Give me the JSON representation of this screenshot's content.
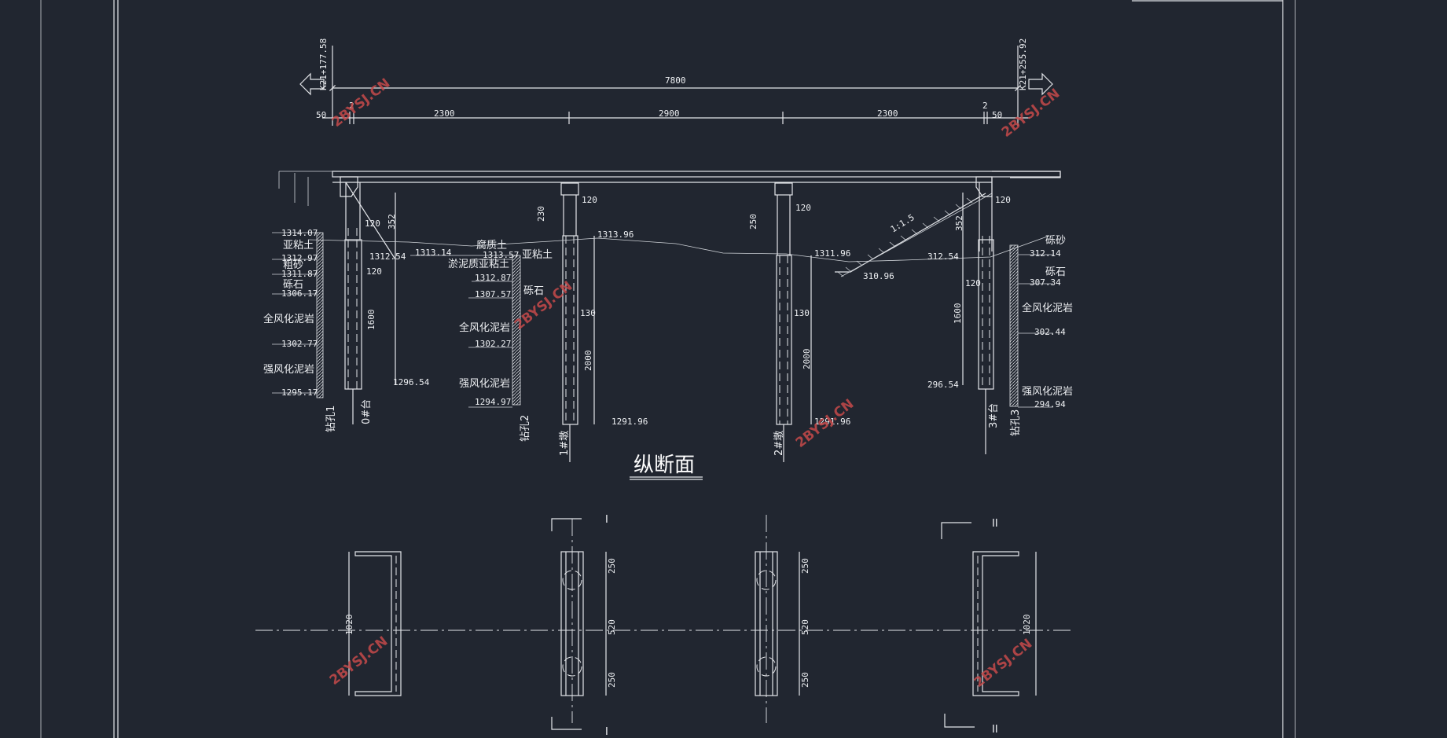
{
  "colors": {
    "background": "#212630",
    "lines": "#e4e6ea",
    "watermark": "#c64a4a"
  },
  "title": "纵断面",
  "stations": {
    "left": "K21+177.58",
    "right": "K21+255.92"
  },
  "dims": {
    "total": "7800",
    "end_left": "50",
    "end_right": "50",
    "gap_left": "2",
    "gap_right": "2",
    "span1": "2300",
    "span2": "2900",
    "span3": "2300",
    "cap_a": "120",
    "cap_b": "120",
    "cap_c": "120",
    "cap_d": "120",
    "abut0_h": "352",
    "abut3_h": "352",
    "pier1_h": "230",
    "pier2_h": "250",
    "pile0_a": "120",
    "pile3_a": "120",
    "pile0_len": "1600",
    "pile3_len": "1600",
    "pile1_len": "2000",
    "pile2_len": "2000",
    "pier1_d": "130",
    "pier2_d": "130",
    "slope": "1:1.5"
  },
  "elevations": {
    "bh1": [
      "1314.07",
      "1312.97",
      "1311.87",
      "1306.17",
      "1302.77",
      "1295.17"
    ],
    "abut0_top": "1312.54",
    "abut0_bot": "1296.54",
    "bh2": [
      "1313.14",
      "1313.57",
      "1312.87",
      "1307.57",
      "1302.27",
      "1294.97"
    ],
    "water": "1313.96",
    "pier1_bot": "1291.96",
    "pier2_top": "1311.96",
    "pier2_bot": "1291.96",
    "slope_toe": "310.96",
    "abut3_top": "312.54",
    "abut3_bot": "296.54",
    "bh3": [
      "312.14",
      "307.34",
      "302.44",
      "294.94"
    ]
  },
  "soils": {
    "bh1": [
      "亚粘土",
      "粗砂",
      "砾石",
      "全风化泥岩",
      "强风化泥岩"
    ],
    "bh2": [
      "腐质土",
      "淤泥质亚粘土",
      "亚粘土",
      "砾石",
      "全风化泥岩",
      "强风化泥岩"
    ],
    "bh3": [
      "砾砂",
      "砾石",
      "全风化泥岩",
      "强风化泥岩"
    ]
  },
  "labels": {
    "bh1": "钻孔1",
    "abut0": "0#台",
    "bh2": "钻孔2",
    "pier1": "1#墩",
    "pier2": "2#墩",
    "abut3": "3#台",
    "bh3": "钻孔3"
  },
  "plan": {
    "sec1": "I",
    "sec2": "II",
    "abut_width": "1020",
    "top": "250",
    "mid": "520",
    "bot": "250"
  },
  "watermark": "2BYSJ.CN"
}
